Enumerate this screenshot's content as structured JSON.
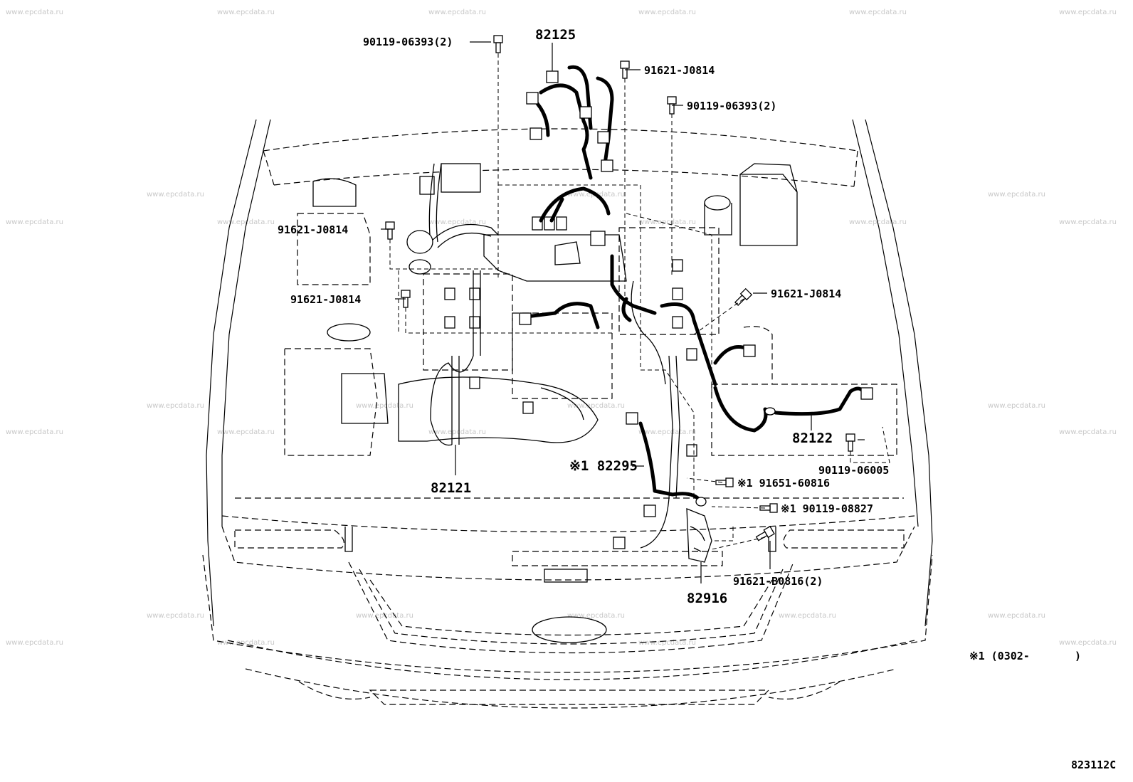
{
  "watermarks": [
    "www.epcdata.ru",
    "www.epcdata.ru",
    "www.epcdata.ru",
    "www.epcdata.ru",
    "www.epcdata.ru",
    "www.epcdata.ru",
    "www.epcdata.ru",
    "www.epcdata.ru",
    "www.epcdata.ru",
    "www.epcdata.ru",
    "www.epcdata.ru",
    "www.epcdata.ru",
    "www.epcdata.ru",
    "www.epcdata.ru",
    "www.epcdata.ru",
    "www.epcdata.ru",
    "www.epcdata.ru",
    "www.epcdata.ru",
    "www.epcdata.ru",
    "www.epcdata.ru",
    "www.epcdata.ru",
    "www.epcdata.ru",
    "www.epcdata.ru",
    "www.epcdata.ru",
    "www.epcdata.ru",
    "www.epcdata.ru",
    "www.epcdata.ru",
    "www.epcdata.ru",
    "www.epcdata.ru",
    "www.epcdata.ru",
    "www.epcdata.ru",
    "www.epcdata.ru",
    "www.epcdata.ru"
  ],
  "parts": {
    "p82125": "82125",
    "bolt_top_left": "90119-06393(2)",
    "bolt_top_mid": "91621-J0814",
    "bolt_top_right": "90119-06393(2)",
    "bolt_left_upper": "91621-J0814",
    "bolt_left_lower": "91621-J0814",
    "bolt_right_mid": "91621-J0814",
    "p82122": "82122",
    "bolt_90119_06005": "90119-06005",
    "p82295": "※1 82295",
    "bolt_91651": "※1 91651-60816",
    "bolt_90119_08827": "※1 90119-08827",
    "p82121": "82121",
    "bolt_91621_B0816": "91621-B0816(2)",
    "p82916": "82916"
  },
  "note": "※1 (0302-       )",
  "figure_number": "823112C"
}
